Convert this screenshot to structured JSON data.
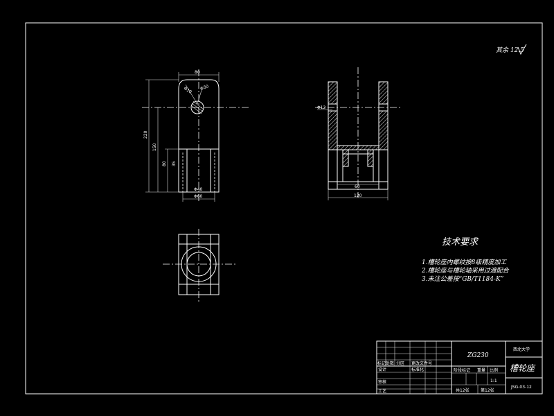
{
  "drawing": {
    "roughness": "其余 12.5",
    "dimensions": {
      "front_width": "80",
      "hole_dia_a": "Φ10",
      "hole_dia_b": "Φ30",
      "overall_height": "220",
      "upper_height": "150",
      "lower_height": "80",
      "slot_height": "35",
      "bore_inner": "Φ40",
      "bore_outer": "Φ60",
      "side_bore": "60",
      "side_width": "120",
      "side_hole": "Φ12"
    },
    "requirements": {
      "title": "技术要求",
      "items": [
        "1.槽轮座内螺纹按8级精度加工",
        "2.槽轮座与槽轮轴采用过渡配合",
        "3.未注公差按“GB/T1184-K”"
      ]
    },
    "title_block": {
      "material": "ZG230",
      "school": "西北大学",
      "part_name": "槽轮座",
      "drawing_no": "JSG-03-12",
      "scale": "1:1",
      "sheets": "共12张",
      "sheet_no": "第12张",
      "row_labels": {
        "mark": "标记处数",
        "zone": "分区",
        "change_doc": "更改文件号",
        "design": "设计",
        "std": "标准化",
        "review": "审核",
        "process": "工艺",
        "stage": "阶段标记",
        "weight": "重量",
        "ratio": "比例"
      }
    }
  }
}
